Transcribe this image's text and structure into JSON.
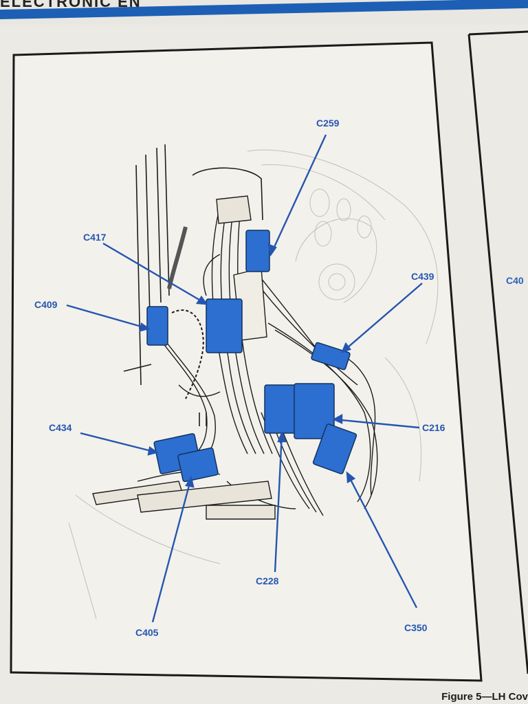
{
  "header": {
    "title": "ELECTRONIC EN"
  },
  "figure": {
    "caption": "Figure 5—LH Cov",
    "side_label": "C40"
  },
  "connectors": [
    {
      "id": "c259",
      "label": "C259"
    },
    {
      "id": "c417",
      "label": "C417"
    },
    {
      "id": "c409",
      "label": "C409"
    },
    {
      "id": "c439",
      "label": "C439"
    },
    {
      "id": "c216",
      "label": "C216"
    },
    {
      "id": "c434",
      "label": "C434"
    },
    {
      "id": "c228",
      "label": "C228"
    },
    {
      "id": "c405",
      "label": "C405"
    },
    {
      "id": "c350",
      "label": "C350"
    }
  ],
  "colors": {
    "callout_blue": "#2456b0",
    "connector_blue": "#2d6fd0",
    "ink": "#1c1c1c"
  }
}
